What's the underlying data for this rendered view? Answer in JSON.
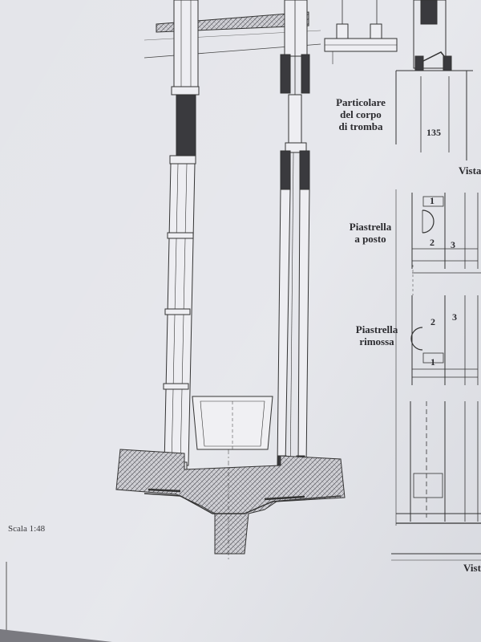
{
  "labels": {
    "detail_title": [
      "Particolare",
      "del corpo",
      "di tromba"
    ],
    "tile_in_place": [
      "Piastrella",
      "a posto"
    ],
    "tile_removed": [
      "Piastrella",
      "rimossa"
    ],
    "scale": "Scala 1:48",
    "view_top": "Vista",
    "view_bottom": "Vist",
    "figure_number": "135"
  },
  "callouts": {
    "in_place": [
      "1",
      "2",
      "3"
    ],
    "removed": [
      "2",
      "3",
      "1"
    ]
  }
}
